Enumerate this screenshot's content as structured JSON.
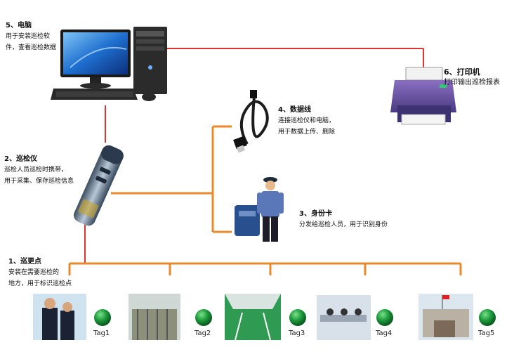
{
  "nodes": {
    "computer": {
      "title": "5、电脑",
      "desc": [
        "用于安装巡检软",
        "件，查看巡检数据"
      ]
    },
    "patrol_device": {
      "title": "2、巡检仪",
      "desc": [
        "巡检人员巡检时携带，",
        "用于采集、保存巡检信息"
      ]
    },
    "data_cable": {
      "title": "4、数据线",
      "desc": [
        "连接巡检仪和电脑，",
        "用于数据上传、删除"
      ]
    },
    "id_card": {
      "title": "3、身份卡",
      "desc": [
        "分发给巡检人员，用于识别身份"
      ]
    },
    "checkpoint": {
      "title": "1、巡更点",
      "desc": [
        "安装在需要巡检的",
        "地方，用于标识巡检点"
      ]
    },
    "printer": {
      "title": "6、打印机",
      "desc": [
        "打印输出巡检报表"
      ]
    }
  },
  "tags": [
    "Tag1",
    "Tag2",
    "Tag3",
    "Tag4",
    "Tag5"
  ],
  "colors": {
    "red_line": "#e0322e",
    "orange_line": "#e8892a",
    "tag_green": "#1c9a3c"
  }
}
